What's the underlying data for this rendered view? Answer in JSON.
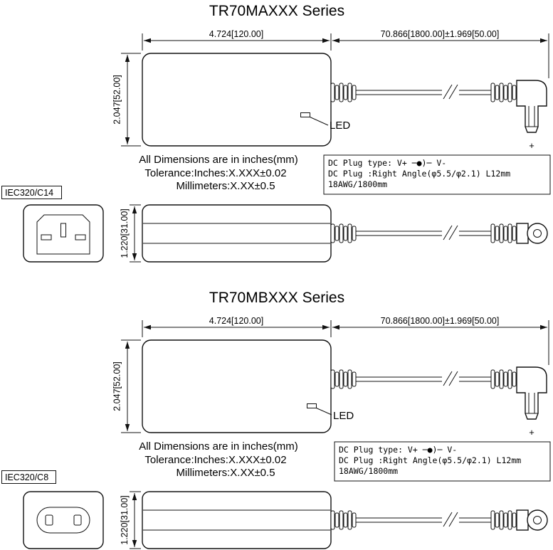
{
  "series": [
    {
      "title": "TR70MAXXX Series",
      "inlet_label": "IEC320/C14"
    },
    {
      "title": "TR70MBXXX Series",
      "inlet_label": "IEC320/C8"
    }
  ],
  "dimensions": {
    "body_width": "4.724[120.00]",
    "cable_length": "70.866[1800.00]±1.969[50.00]",
    "body_height": "2.047[52.00]",
    "side_height": "1.220[31.00]"
  },
  "labels": {
    "led": "LED",
    "polarity_plus": "+"
  },
  "notes": {
    "line1": "All Dimensions are in inches(mm)",
    "line2": "Tolerance:Inches:X.XXX±0.02",
    "line3": "Millimeters:X.XX±0.5"
  },
  "plug_spec": {
    "line1": "DC Plug type: V+ ─●)─ V-",
    "line2": "DC Plug :Right Angle(φ5.5/φ2.1) L12mm",
    "line3": "18AWG/1800mm"
  }
}
